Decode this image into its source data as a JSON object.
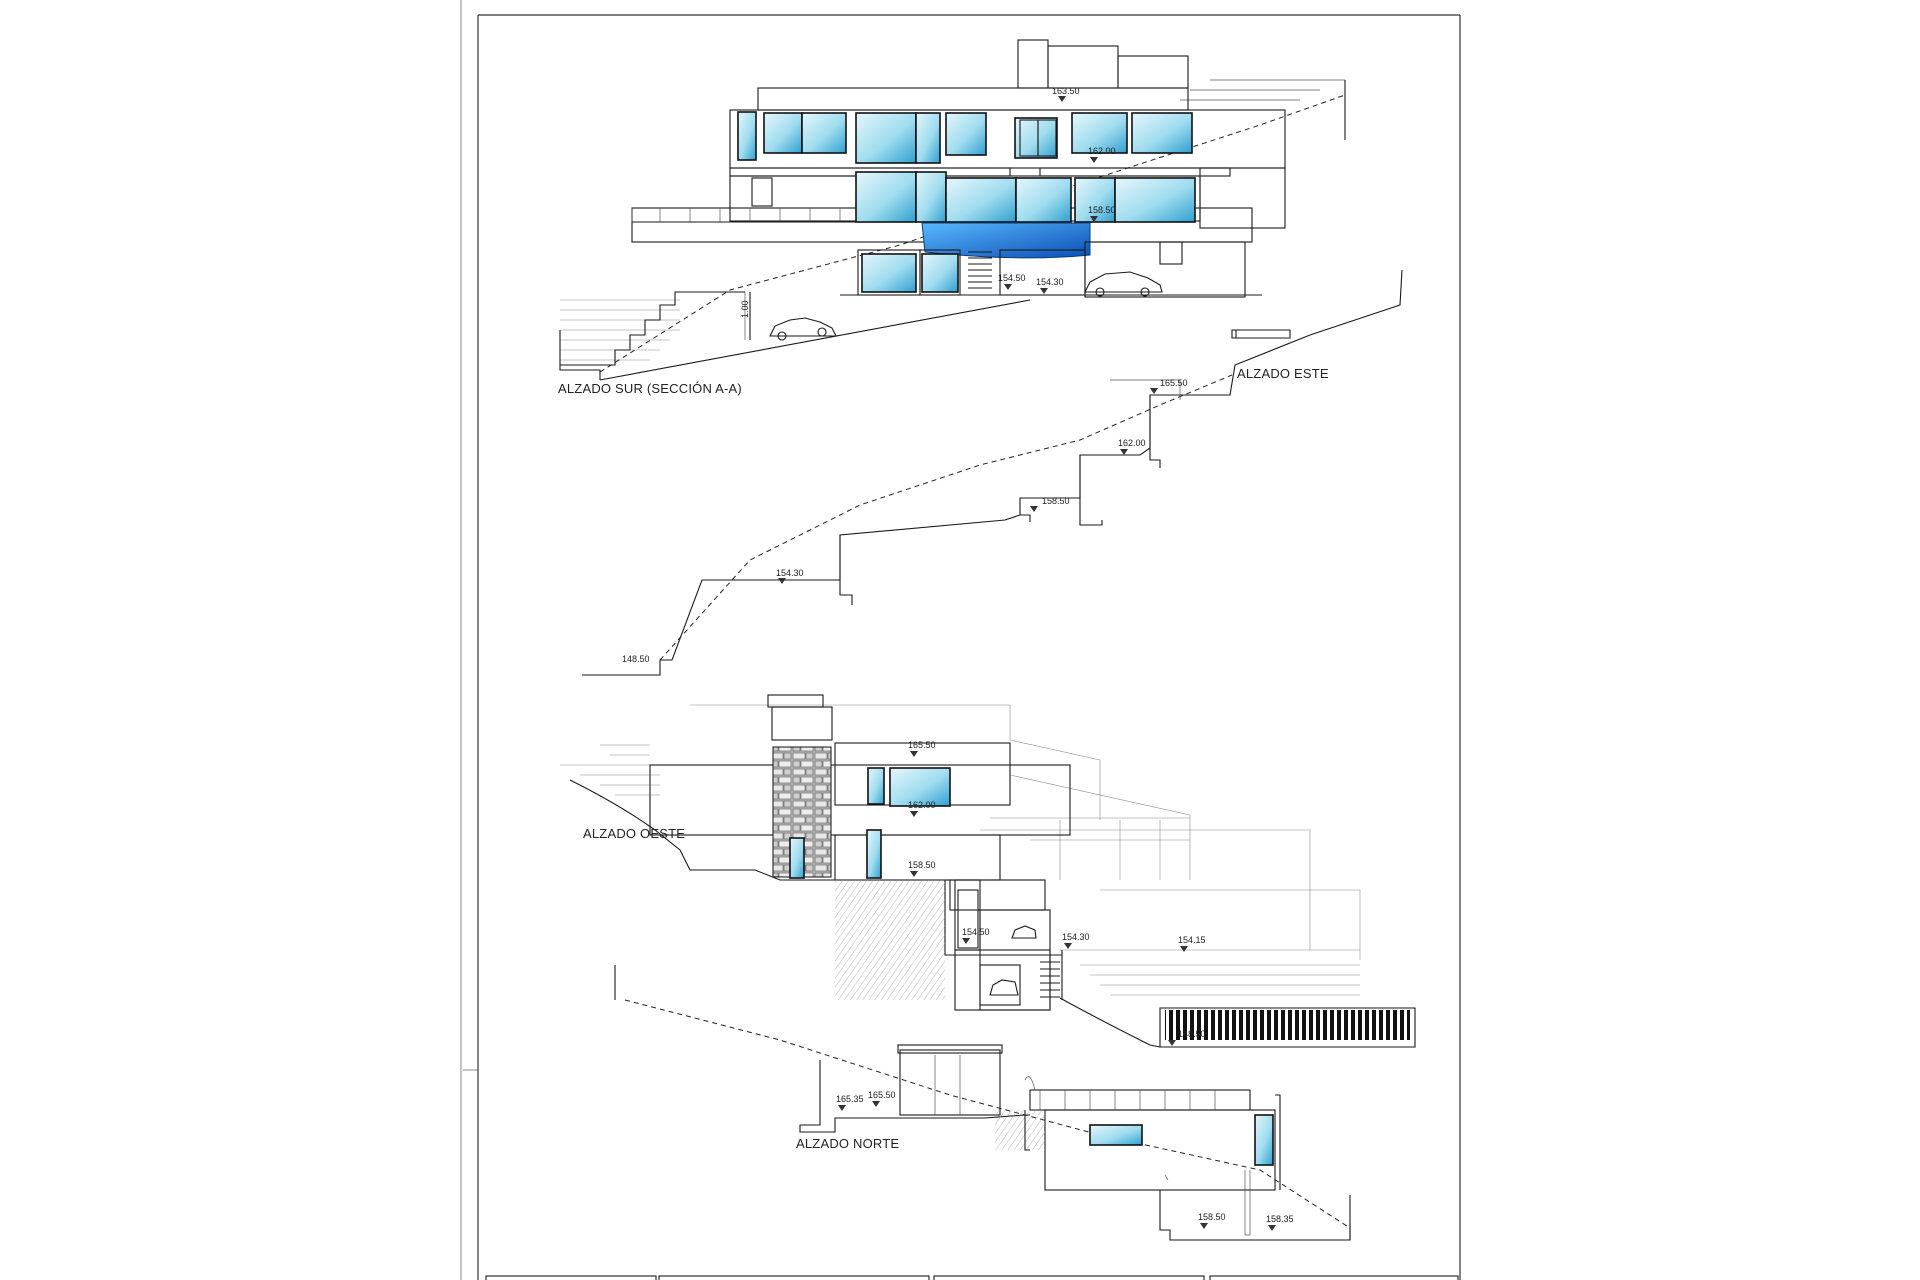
{
  "sheet": {
    "drawings": [
      {
        "title": "ALZADO SUR (SECCIÓN A-A)",
        "levels": [
          "163.50",
          "162.00",
          "158.50",
          "154.50",
          "154.30"
        ],
        "dimension": "1.00"
      },
      {
        "title": "ALZADO ESTE",
        "levels": [
          "165.50",
          "162.00",
          "158.50",
          "154.30",
          "148.50"
        ]
      },
      {
        "title": "ALZADO OESTE",
        "levels": [
          "165.50",
          "162.00",
          "158.50",
          "154.50",
          "154.30",
          "154.15",
          "148.50"
        ]
      },
      {
        "title": "ALZADO NORTE",
        "levels": [
          "165.35",
          "165.50",
          "158.50",
          "158.35"
        ]
      }
    ]
  },
  "colors": {
    "glass_light": "#e6f6fc",
    "glass_mid": "#7fd0ea",
    "glass_dark": "#2f9fd0",
    "pool_light": "#5ab8ff",
    "pool_dark": "#0a4fb5",
    "line": "#1a1a1a"
  }
}
